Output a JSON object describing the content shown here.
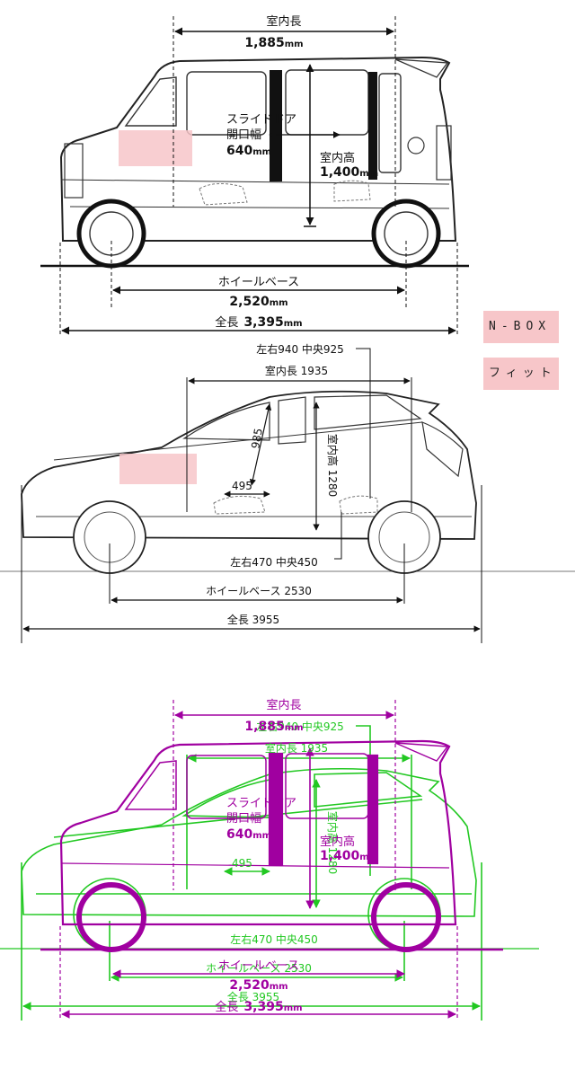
{
  "nbox": {
    "interior_length_label": "室内長",
    "interior_length_value": "1,885",
    "door_label_1": "スライドドア",
    "door_label_2": "開口幅",
    "door_value": "640",
    "interior_height_label": "室内高",
    "interior_height_value": "1,400",
    "wheelbase_label": "ホイールベース",
    "wheelbase_value": "2,520",
    "length_label": "全長",
    "length_value": "3,395",
    "unit": "mm"
  },
  "fit": {
    "shoulder_label": "左右940 中央925",
    "interior_length": "室内長 1935",
    "height_985": "985",
    "interior_height": "室内高 1280",
    "depth_495": "495",
    "floor_label": "左右470 中央450",
    "wheelbase": "ホイールベース 2530",
    "length": "全長 3955"
  },
  "legend": {
    "nbox": "N-BOX",
    "fit": "フィット"
  },
  "colors": {
    "nbox_overlay": "#a000a0",
    "fit_overlay": "#22c822",
    "legend_bg": "#f7c6c9"
  }
}
